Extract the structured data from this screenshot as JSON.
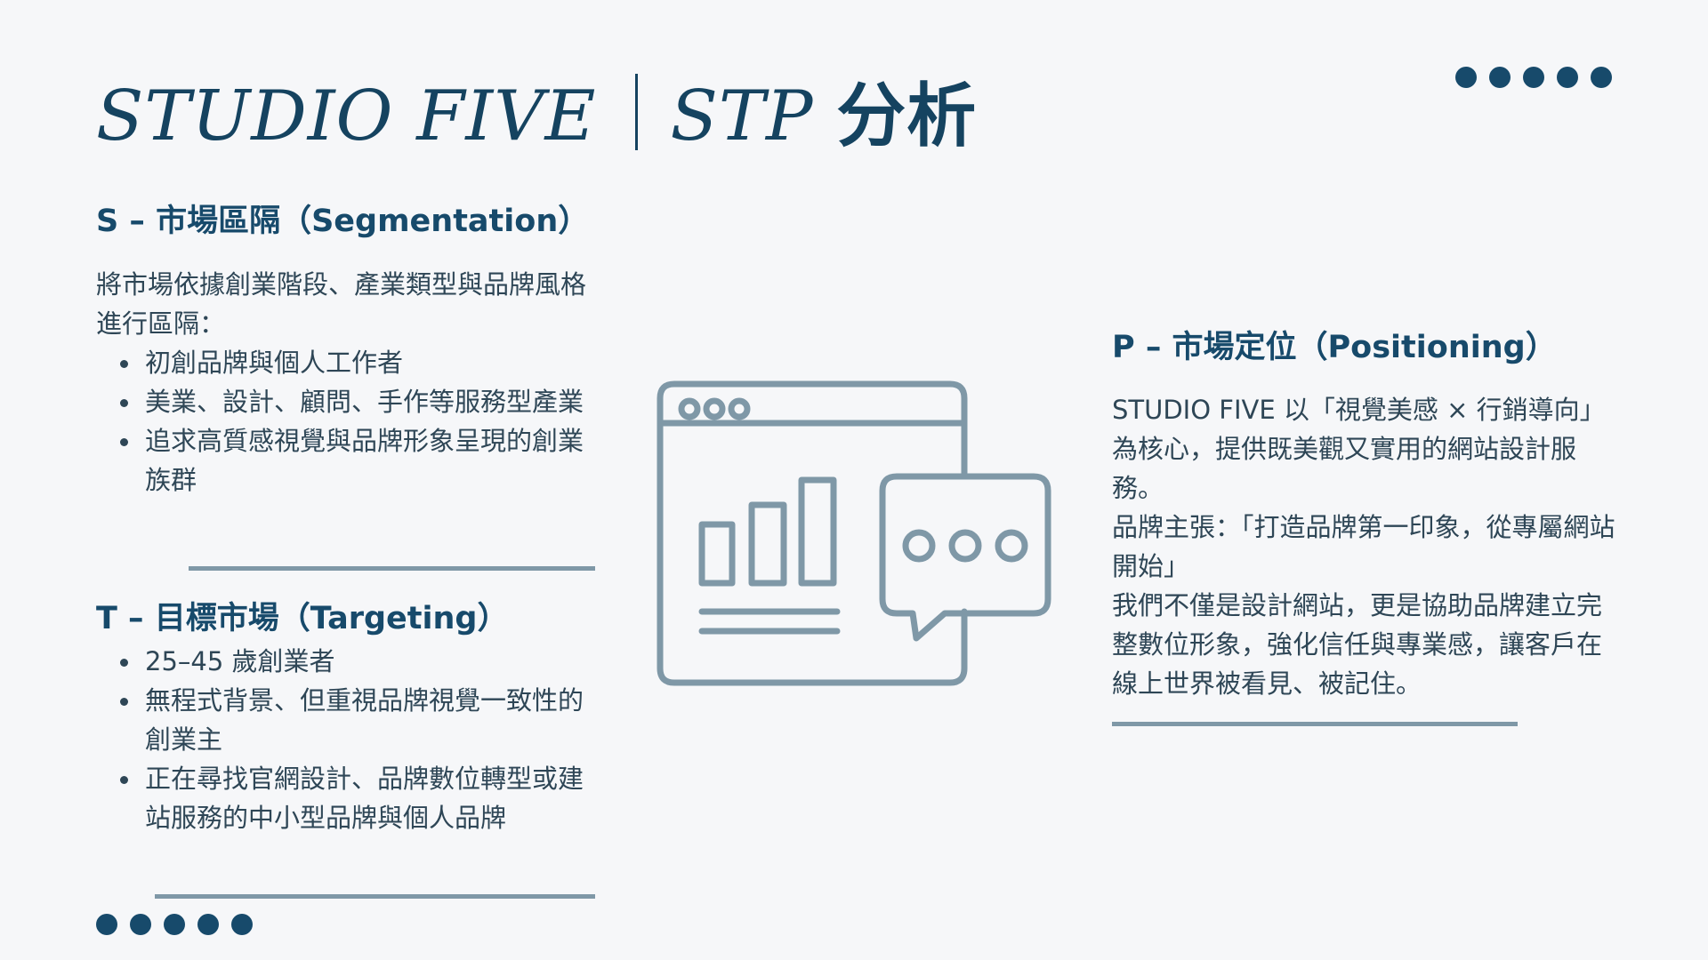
{
  "title": {
    "brand": "STUDIO FIVE",
    "latin": "STP",
    "cjk": "分析"
  },
  "segmentation": {
    "heading": "S – 市場區隔（Segmentation）",
    "intro": "將市場依據創業階段、產業類型與品牌風格進行區隔：",
    "items": [
      "初創品牌與個人工作者",
      "美業、設計、顧問、手作等服務型產業",
      "追求高質感視覺與品牌形象呈現的創業族群"
    ]
  },
  "targeting": {
    "heading": "T – 目標市場（Targeting）",
    "items": [
      "25–45 歲創業者",
      "無程式背景、但重視品牌視覺一致性的創業主",
      "正在尋找官網設計、品牌數位轉型或建站服務的中小型品牌與個人品牌"
    ]
  },
  "positioning": {
    "heading": "P – 市場定位（Positioning）",
    "paragraphs": [
      "STUDIO FIVE 以「視覺美感 × 行銷導向」為核心，提供既美觀又實用的網站設計服務。",
      "品牌主張：「打造品牌第一印象，從專屬網站開始」",
      "我們不僅是設計網站，更是協助品牌建立完整數位形象，強化信任與專業感，讓客戶在線上世界被看見、被記住。"
    ]
  },
  "icons": {
    "illustration": "website-chart-chat-icon",
    "decor": "dots-decoration"
  },
  "colors": {
    "primary": "#174a6b",
    "text": "#2e4656",
    "line": "#7f98a7",
    "icon": "#7f98a7",
    "background": "#f6f7f9"
  }
}
